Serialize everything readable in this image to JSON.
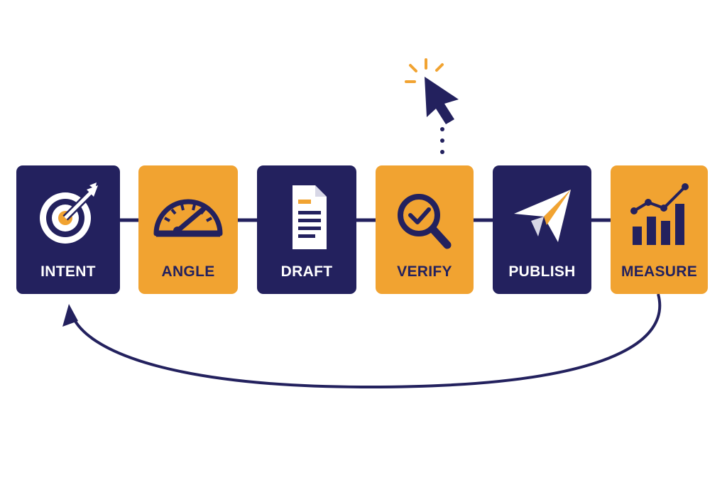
{
  "steps": [
    {
      "label": "INTENT",
      "icon": "target-icon",
      "style": "navy"
    },
    {
      "label": "ANGLE",
      "icon": "protractor-icon",
      "style": "gold"
    },
    {
      "label": "DRAFT",
      "icon": "document-icon",
      "style": "navy"
    },
    {
      "label": "VERIFY",
      "icon": "magnifier-check-icon",
      "style": "gold"
    },
    {
      "label": "PUBLISH",
      "icon": "paper-plane-icon",
      "style": "navy"
    },
    {
      "label": "MEASURE",
      "icon": "bar-chart-trend-icon",
      "style": "gold"
    }
  ],
  "colors": {
    "navy": "#23215e",
    "gold": "#f1a331",
    "white": "#ffffff"
  },
  "extras": {
    "cursor_icon": "cursor-click-icon",
    "loop_arrow": "return-arrow"
  }
}
